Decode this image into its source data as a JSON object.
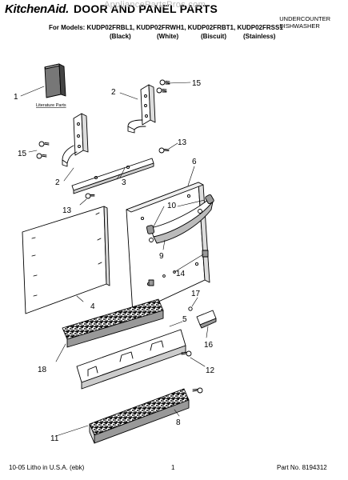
{
  "header": {
    "brand": "KitchenAid.",
    "title": "DOOR AND PANEL PARTS",
    "watermark": "AppliancePartsPros.com",
    "product_line1": "UNDERCOUNTER",
    "product_line2": "DISHWASHER",
    "models": "For Models: KUDP02FRBL1, KUDP02FRWH1, KUDP02FRBT1, KUDP02FRSS1",
    "finishes": [
      "(Black)",
      "(White)",
      "(Biscuit)",
      "(Stainless)"
    ]
  },
  "diagram": {
    "literature_label": "Literature Parts",
    "callouts": {
      "c1": "1",
      "c2a": "2",
      "c2b": "2",
      "c3": "3",
      "c4": "4",
      "c5": "5",
      "c6": "6",
      "c8": "8",
      "c9": "9",
      "c10": "10",
      "c11": "11",
      "c12": "12",
      "c13a": "13",
      "c13b": "13",
      "c14": "14",
      "c15a": "15",
      "c15b": "15",
      "c16": "16",
      "c17": "17",
      "c18": "18"
    }
  },
  "footer": {
    "litho": "10-05 Litho in U.S.A. (ebk)",
    "page": "1",
    "part_no": "Part No. 8194312"
  }
}
